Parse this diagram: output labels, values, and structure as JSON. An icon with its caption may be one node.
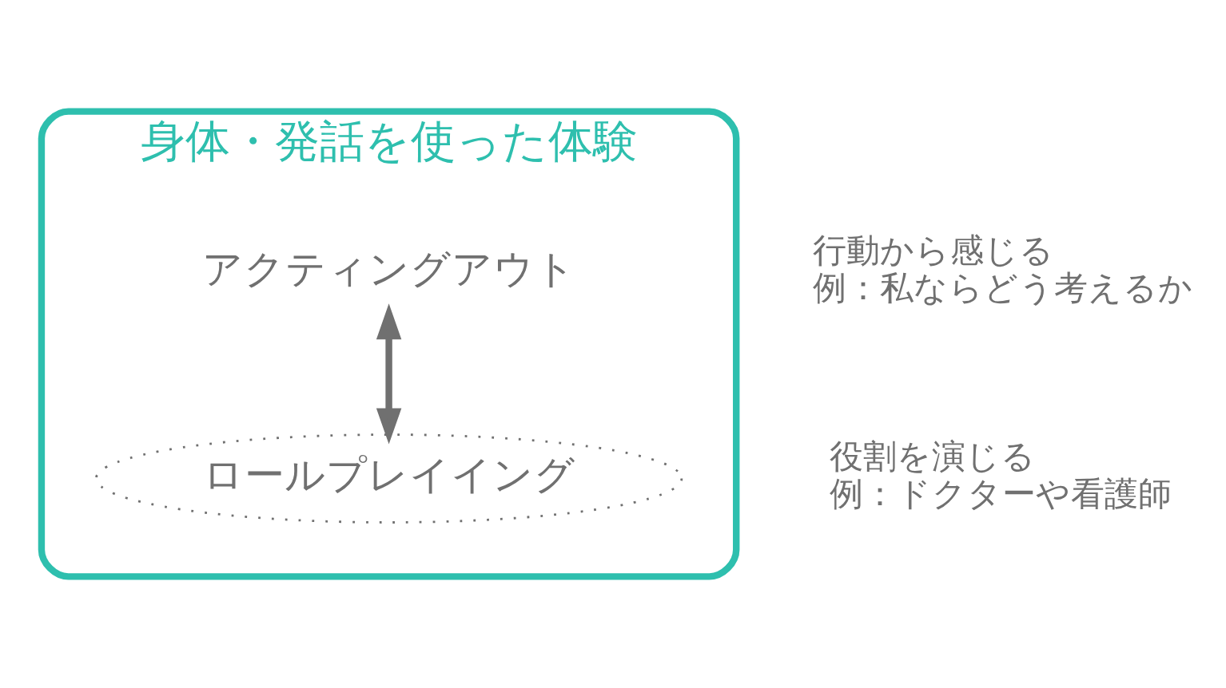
{
  "diagram": {
    "nodes": [
      {
        "text": [
          "身体・発話を使った体験"
        ]
      },
      {
        "text": [
          "アクティングアウト"
        ],
        "in": 0,
        "beside": [
          "行動から感じる",
          "例：私ならどう考えるか"
        ]
      },
      {
        "text": [
          "ロールプレイイング"
        ],
        "in": 0,
        "beside": [
          "役割を演じる",
          "例：ドクターや看護師"
        ]
      }
    ],
    "edges": [
      {
        "from": 1,
        "to": 2,
        "arrow": "both"
      }
    ]
  }
}
